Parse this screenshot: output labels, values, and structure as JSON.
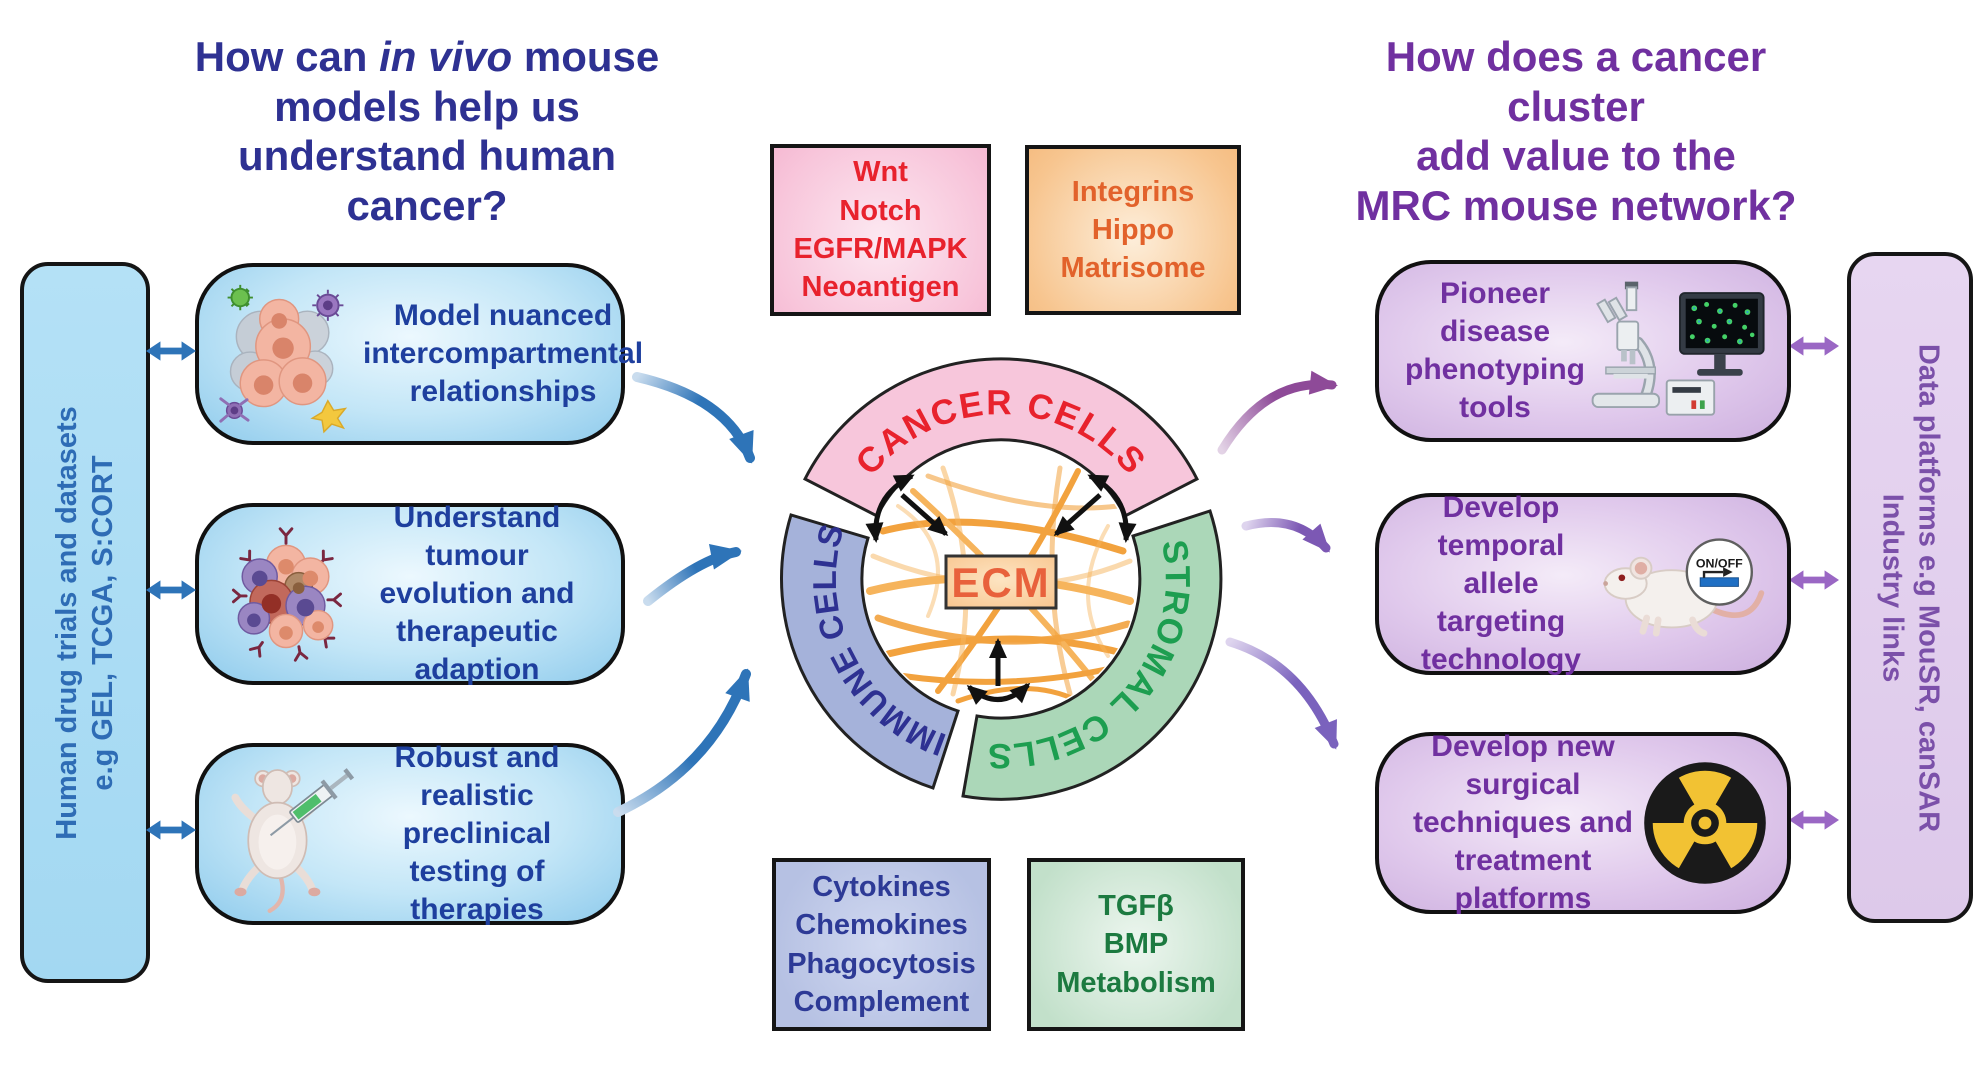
{
  "left_title": {
    "line1_pre": "How can ",
    "line1_italic": "in vivo",
    "line1_post": " mouse",
    "line2": "models help us",
    "line3": "understand human cancer?"
  },
  "right_title": {
    "line1": "How does a cancer cluster",
    "line2": "add value to the",
    "line3": "MRC mouse network?"
  },
  "left_sidebar": {
    "line1": "Human drug trials and datasets",
    "line2": "e.g GEL, TCGA, S:CORT"
  },
  "right_sidebar": {
    "line1": "Data platforms e.g MouSR, canSAR",
    "line2": "Industry links"
  },
  "left_boxes": [
    {
      "label": "Model nuanced intercompartmental relationships",
      "icon": "tumour-microenvironment-cells"
    },
    {
      "label": "Understand tumour evolution and therapeutic adaption",
      "icon": "tumour-clone-cluster"
    },
    {
      "label": "Robust and realistic preclinical testing of therapies",
      "icon": "mouse-with-syringe"
    }
  ],
  "right_boxes": [
    {
      "label": "Pioneer disease phenotyping tools",
      "icon": "microscope-and-monitor"
    },
    {
      "label": "Develop temporal allele targeting technology",
      "icon": "mouse-with-switch",
      "badge": "ON/OFF"
    },
    {
      "label": "Develop new surgical techniques and treatment platforms",
      "icon": "radiation-symbol"
    }
  ],
  "pathway_boxes": {
    "cancer": {
      "lines": [
        "Wnt",
        "Notch",
        "EGFR/MAPK",
        "Neoantigen"
      ]
    },
    "matrix": {
      "lines": [
        "Integrins",
        "Hippo",
        "Matrisome"
      ]
    },
    "immune": {
      "lines": [
        "Cytokines",
        "Chemokines",
        "Phagocytosis",
        "Complement"
      ]
    },
    "stromal": {
      "lines": [
        "TGFβ",
        "BMP",
        "Metabolism"
      ]
    }
  },
  "ring": {
    "segments": [
      {
        "label": "CANCER CELLS",
        "fill": "#f7c6db",
        "text_color": "#e8222d"
      },
      {
        "label": "STROMAL CELLS",
        "fill": "#abd7b8",
        "text_color": "#1d9e50"
      },
      {
        "label": "IMMUNE CELLS",
        "fill": "#a5b2da",
        "text_color": "#2e3192"
      }
    ],
    "center_label": "ECM"
  },
  "colors": {
    "left_title": "#2e3192",
    "right_title": "#7030a0",
    "blue_arrow": "#2e74b8",
    "purple_arrow": "#8a5bb8",
    "ecm_fiber": "#f2a23e"
  }
}
